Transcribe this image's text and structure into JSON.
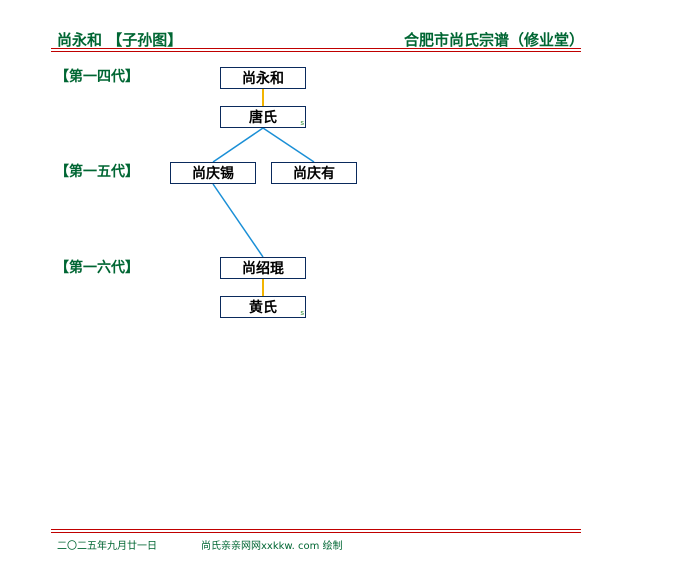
{
  "header": {
    "left": "尚永和 【子孙图】",
    "right": "合肥市尚氏宗谱（修业堂）"
  },
  "generations": [
    {
      "label": "【第一四代】"
    },
    {
      "label": "【第一五代】"
    },
    {
      "label": "【第一六代】"
    }
  ],
  "nodes": {
    "shang_yonghe": "尚永和",
    "tang_shi": "唐氏",
    "shang_qingxi": "尚庆锡",
    "shang_qingyou": "尚庆有",
    "shang_shaokun": "尚绍琨",
    "huang_shi": "黄氏"
  },
  "spouse_marker": "s",
  "footer": {
    "date": "二〇二五年九月廿一日",
    "credit": "尚氏亲亲网网xxkkw. com 绘制"
  },
  "colors": {
    "title_green": "#006633",
    "rule_red": "#c00000",
    "parent_line_blue": "#1a8fd6",
    "spouse_line_gold": "#f2b400",
    "node_border": "#0a2a5c"
  }
}
